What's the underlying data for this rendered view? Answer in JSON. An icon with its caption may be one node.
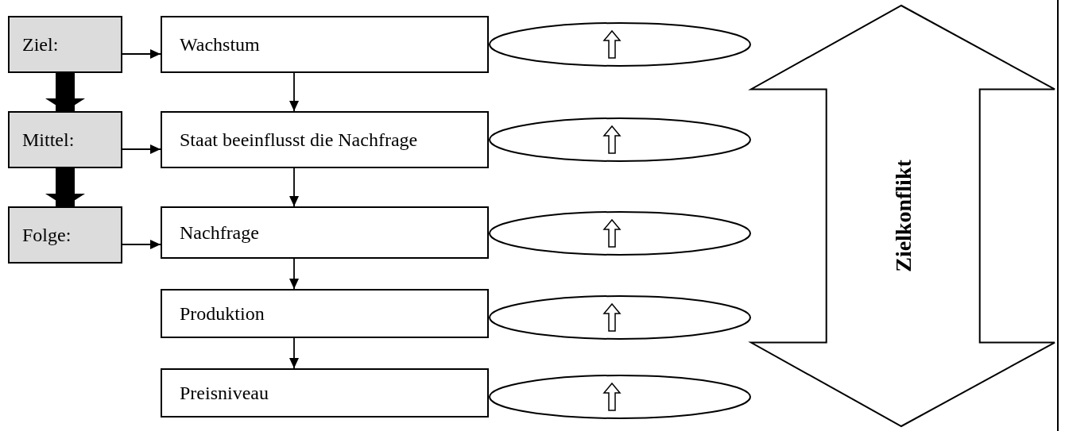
{
  "diagram": {
    "nodes": [
      {
        "text": [
          "Ziel:"
        ]
      },
      {
        "text": [
          "Mittel:"
        ]
      },
      {
        "text": [
          "Folge:"
        ]
      },
      {
        "text": [
          "Wachstum"
        ]
      },
      {
        "text": [
          "Staat beeinflusst die Nachfrage"
        ]
      },
      {
        "text": [
          "Nachfrage"
        ]
      },
      {
        "text": [
          "Produktion"
        ]
      },
      {
        "text": [
          "Preisniveau"
        ]
      },
      {
        "text": [],
        "shape": "ellipse"
      },
      {
        "text": [],
        "shape": "ellipse"
      },
      {
        "text": [],
        "shape": "ellipse"
      },
      {
        "text": [],
        "shape": "ellipse"
      },
      {
        "text": [],
        "shape": "ellipse"
      },
      {
        "text": [
          "Zielkonflikt"
        ]
      }
    ],
    "edges": [
      {
        "from": 0,
        "to": 3,
        "arrow": "to"
      },
      {
        "from": 1,
        "to": 4,
        "arrow": "to"
      },
      {
        "from": 2,
        "to": 5,
        "arrow": "to"
      },
      {
        "from": 0,
        "to": 1,
        "arrow": "to",
        "style": "thick"
      },
      {
        "from": 1,
        "to": 2,
        "arrow": "to",
        "style": "thick"
      },
      {
        "from": 3,
        "to": 4,
        "arrow": "to"
      },
      {
        "from": 4,
        "to": 5,
        "arrow": "to"
      },
      {
        "from": 5,
        "to": 6,
        "arrow": "to"
      },
      {
        "from": 6,
        "to": 7,
        "arrow": "to"
      }
    ]
  }
}
